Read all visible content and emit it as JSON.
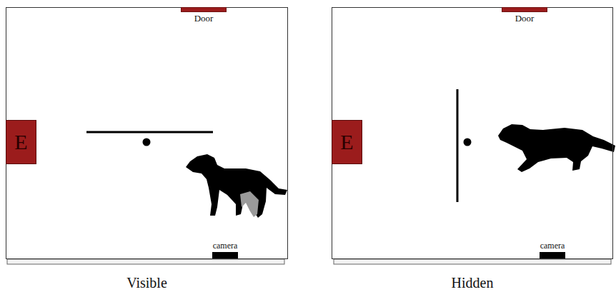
{
  "diagram": {
    "nodes": [
      {
        "text": [
          "Visible"
        ]
      },
      {
        "text": [
          "Door"
        ],
        "in": 0
      },
      {
        "text": [
          "E"
        ],
        "in": 0
      },
      {
        "text": [
          "camera"
        ],
        "in": 0
      },
      {
        "text": [
          "Hidden"
        ]
      },
      {
        "text": [
          "Door"
        ],
        "in": 4
      },
      {
        "text": [
          "E"
        ],
        "in": 4
      },
      {
        "text": [
          "camera"
        ],
        "in": 4
      }
    ]
  }
}
